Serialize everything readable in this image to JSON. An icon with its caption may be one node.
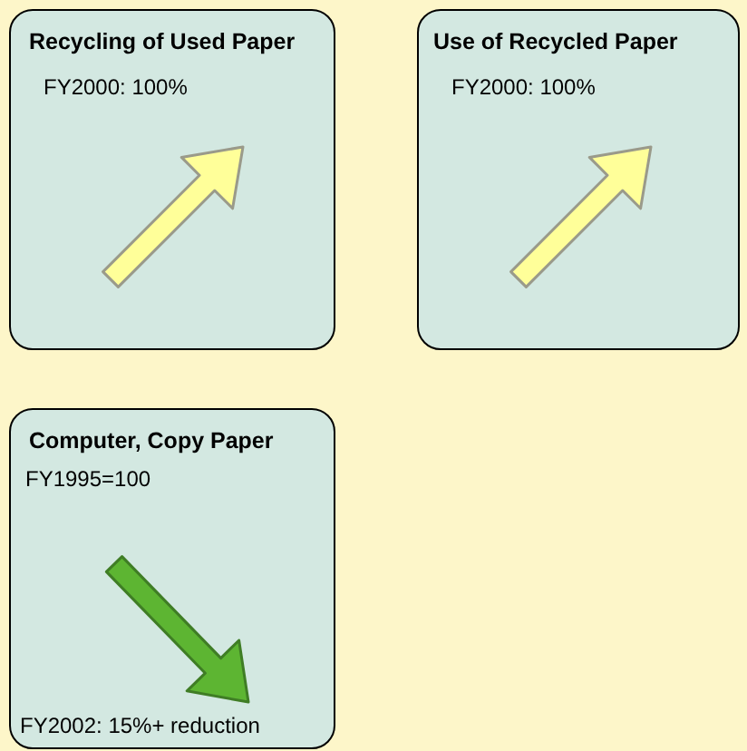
{
  "diagram": {
    "nodes": [
      {
        "text": [
          "Recycling of Used Paper",
          "FY2000: 100%"
        ]
      },
      {
        "text": [
          "Use of Recycled Paper",
          "FY2000: 100%"
        ]
      },
      {
        "text": [
          "Computer, Copy Paper",
          "FY1995=100",
          "FY2002: 15%+ reduction"
        ]
      }
    ],
    "edges": []
  }
}
